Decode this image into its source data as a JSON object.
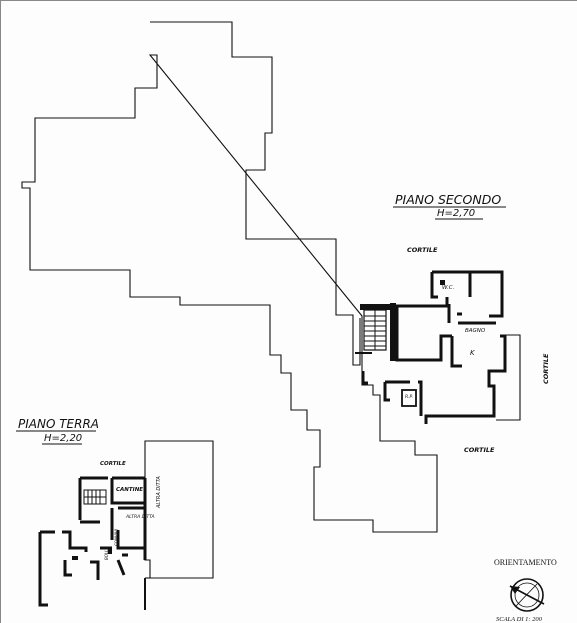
{
  "floors": {
    "second": {
      "title": "PIANO SECONDO",
      "height": "H=2,70",
      "labels": {
        "courtyard_top": "CORTILE",
        "courtyard_right": "CORTILE",
        "courtyard_bottom": "CORTILE",
        "wc": "W.C.",
        "bathroom": "BAGNO",
        "kitchen": "K",
        "rp": "R.P."
      }
    },
    "ground": {
      "title": "PIANO TERRA",
      "height": "H=2,20",
      "labels": {
        "courtyard": "CORTILE",
        "cellars": "CANTINE",
        "other_company": "ALTRA DITTA",
        "other_company_side": "ALTRA DITTA",
        "small_label_1": "BOLLI",
        "small_label_2": "CONVIVI"
      }
    }
  },
  "compass": {
    "title": "ORIENTAMENTO",
    "scale": "SCALA DI 1: 200"
  }
}
